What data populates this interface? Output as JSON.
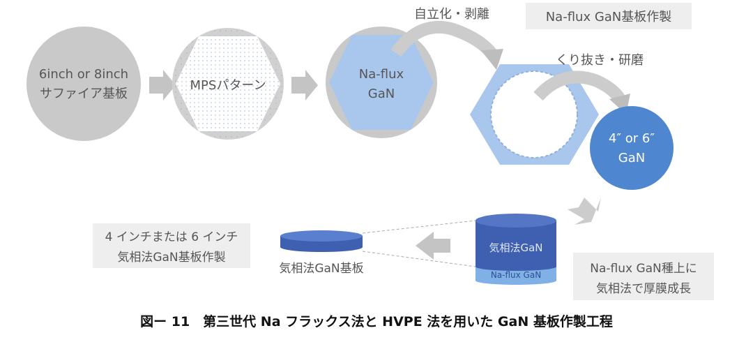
{
  "colors": {
    "gray_disk": "#c9c9c9",
    "gray_disk_light": "#d8d8d8",
    "label_box": "#eeeeee",
    "light_blue": "#a9c7ec",
    "mid_blue": "#6f9fdc",
    "blue": "#4f86d0",
    "dark_blue": "#3f5fb0",
    "arrow_gray": "#c4c4c4"
  },
  "steps": {
    "sapphire_line1": "6inch or 8inch",
    "sapphire_line2": "サファイア基板",
    "mps": "MPSパターン",
    "naflux_line1": "Na-flux",
    "naflux_line2": "GaN",
    "label_separation": "自立化・剥離",
    "label_naflux_fab": "Na-flux GaN基板作製",
    "label_coring": "くり抜き・研磨",
    "gan_round_line1": "4″ or 6″",
    "gan_round_line2": "GaN",
    "stack_top": "気相法GaN",
    "stack_bottom": "Na-flux GaN",
    "vapor_growth_line1": "Na-flux GaN種上に",
    "vapor_growth_line2": "気相法で厚膜成長",
    "wafer_label": "気相法GaN基板",
    "final_line1": "4 インチまたは 6 インチ",
    "final_line2": "気相法GaN基板作製"
  },
  "caption": "図ー 11　第三世代 Na フラックス法と HVPE 法を用いた GaN 基板作製工程"
}
